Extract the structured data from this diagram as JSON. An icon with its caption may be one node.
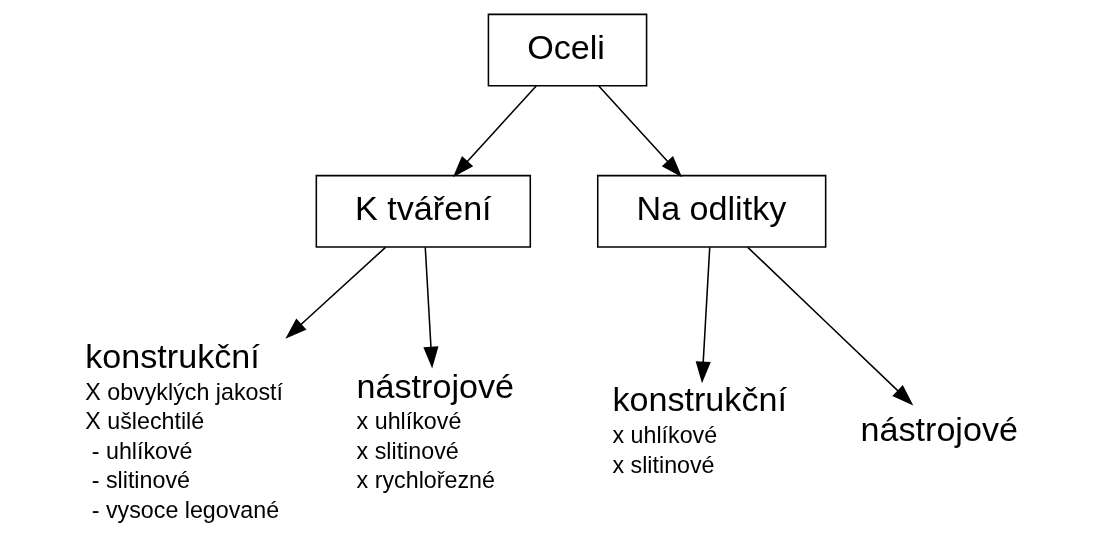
{
  "diagram": {
    "nodes": [
      {
        "text": [
          "Oceli"
        ]
      },
      {
        "text": [
          "K tváření"
        ]
      },
      {
        "text": [
          "Na odlitky"
        ]
      },
      {
        "text": [
          "konstrukční",
          "X obvyklých jakostí",
          "X ušlechtilé",
          " - uhlíkové",
          " - slitinové",
          " - vysoce legované"
        ]
      },
      {
        "text": [
          "nástrojové",
          "x uhlíkové",
          "x slitinové",
          "x rychlořezné"
        ]
      },
      {
        "text": [
          "konstrukční",
          "x uhlíkové",
          "x slitinové"
        ]
      },
      {
        "text": [
          "nástrojové"
        ]
      }
    ],
    "edges": [
      {
        "from": 0,
        "to": 1,
        "arrow": "to"
      },
      {
        "from": 0,
        "to": 2,
        "arrow": "to"
      },
      {
        "from": 1,
        "to": 3,
        "arrow": "to"
      },
      {
        "from": 1,
        "to": 4,
        "arrow": "to"
      },
      {
        "from": 2,
        "to": 5,
        "arrow": "to"
      },
      {
        "from": 2,
        "to": 6,
        "arrow": "to"
      }
    ]
  }
}
